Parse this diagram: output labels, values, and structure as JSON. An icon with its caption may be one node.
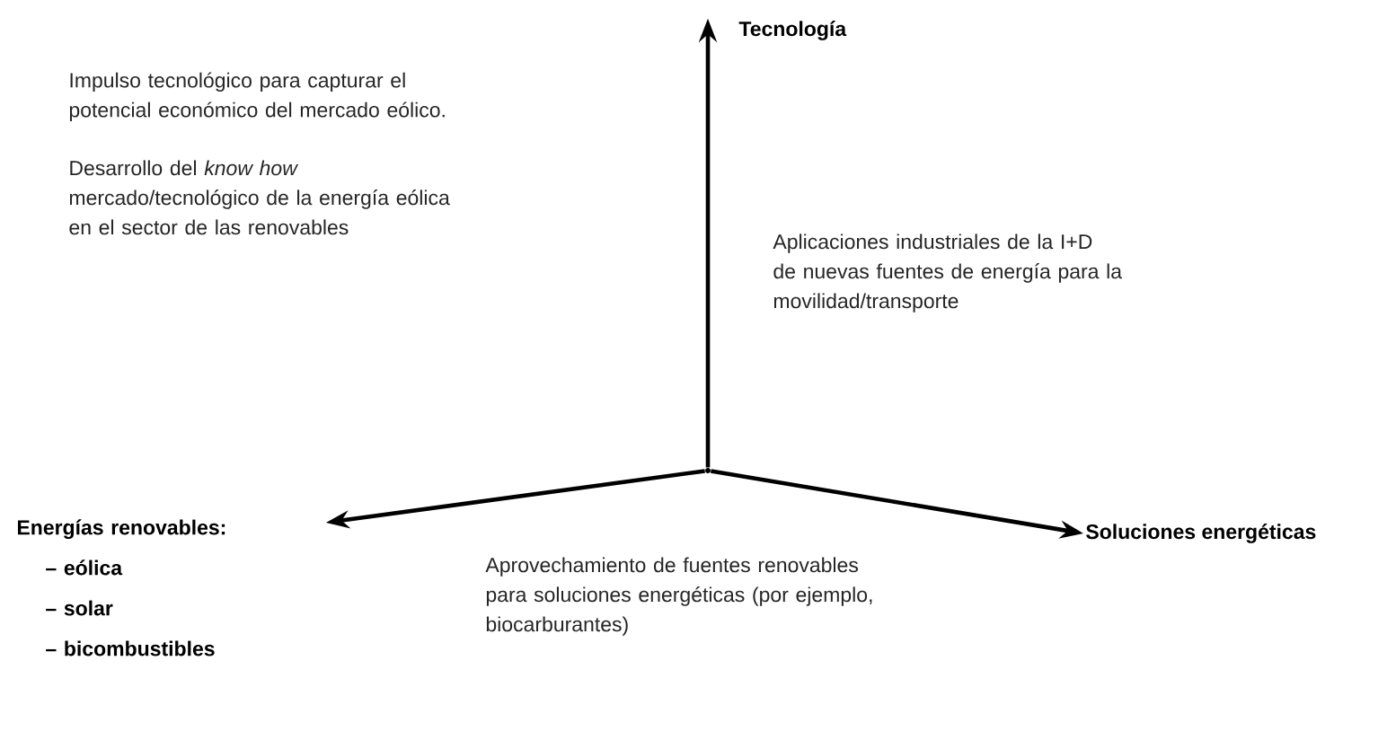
{
  "diagram": {
    "nodes": [
      {
        "text": [],
        "shape": "point"
      },
      {
        "text": [
          "Tecnología"
        ]
      },
      {
        "text": [
          "Energías renovables:",
          "– eólica",
          "– solar",
          "– bicombustibles"
        ]
      },
      {
        "text": [
          "Soluciones energéticas"
        ]
      }
    ],
    "edges": [
      {
        "from": 0,
        "to": 1,
        "arrow": "to"
      },
      {
        "from": 0,
        "to": 2,
        "arrow": "to"
      },
      {
        "from": 0,
        "to": 3,
        "arrow": "to"
      }
    ],
    "labels": [
      "Impulso tecnológico para capturar el potencial económico del mercado eólico.",
      "Desarrollo del *know how* mercado/tecnológico de la energía eólica en el sector de las renovables",
      "Aplicaciones industriales de la I+D de nuevas fuentes de energía para la movilidad/transporte",
      "Aprovechamiento de fuentes renovables para soluciones energéticas (por ejemplo, biocarburantes)"
    ]
  }
}
